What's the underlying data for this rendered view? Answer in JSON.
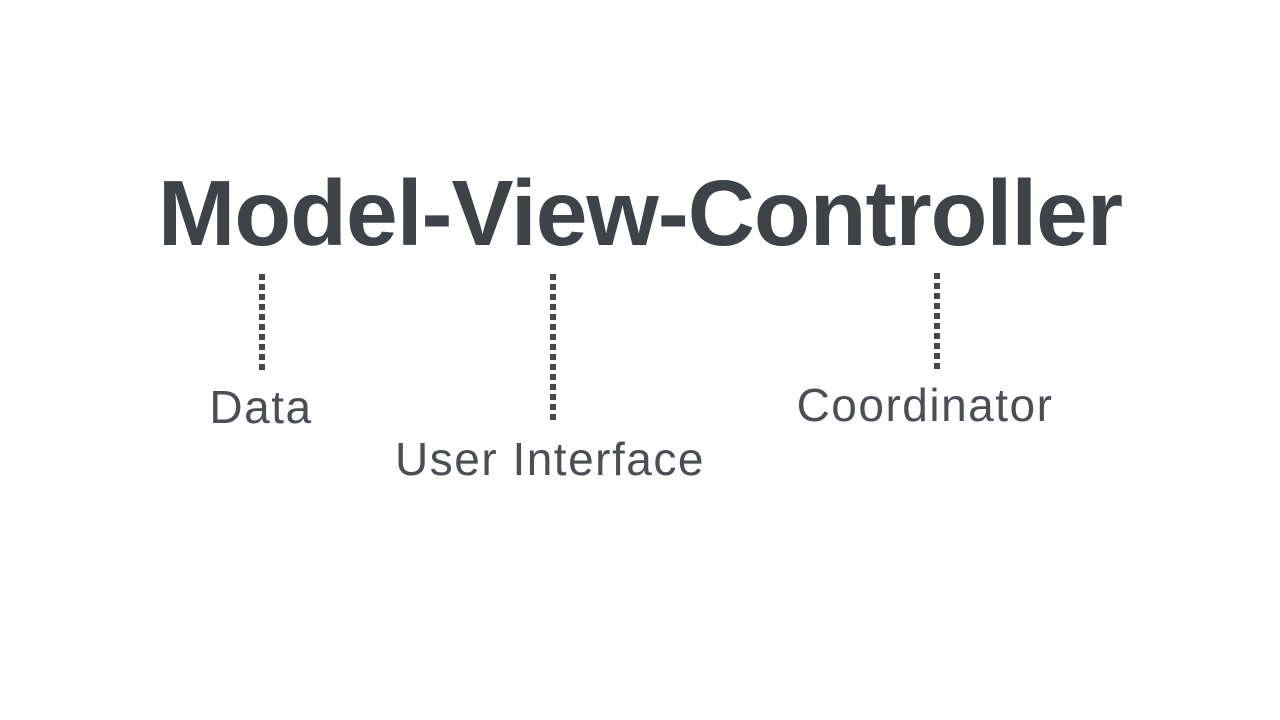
{
  "slide": {
    "title": "Model-View-Controller",
    "annotations": [
      {
        "term": "Model",
        "label": "Data"
      },
      {
        "term": "View",
        "label": "User Interface"
      },
      {
        "term": "Controller",
        "label": "Coordinator"
      }
    ]
  },
  "colors": {
    "background": "#ffffff",
    "title_text": "#3f4348",
    "label_text": "#4b4e53",
    "connector_dots": "#44474b"
  }
}
